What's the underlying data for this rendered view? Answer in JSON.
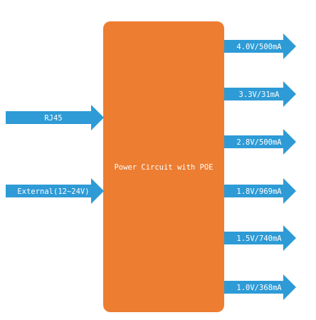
{
  "block": {
    "label": "Power Circuit with POE",
    "color": "#ED7D31"
  },
  "arrow_color": "#2E9BD6",
  "text_color": "#ffffff",
  "inputs": [
    {
      "label": "RJ45"
    },
    {
      "label": "External(12~24V)"
    }
  ],
  "outputs": [
    {
      "label": "4.0V/500mA"
    },
    {
      "label": "3.3V/31mA"
    },
    {
      "label": "2.8V/500mA"
    },
    {
      "label": "1.8V/969mA"
    },
    {
      "label": "1.5V/740mA"
    },
    {
      "label": "1.0V/368mA"
    }
  ]
}
